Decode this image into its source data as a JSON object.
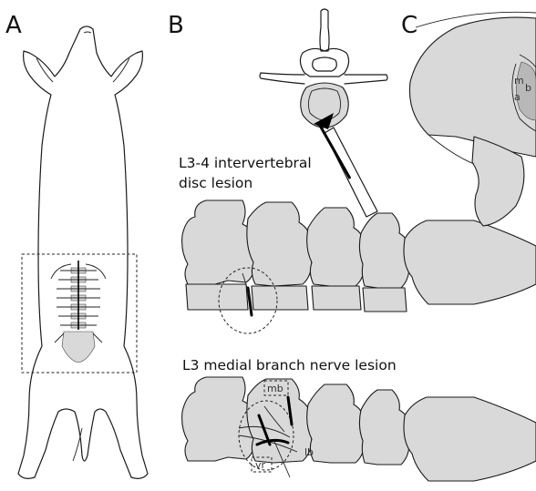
{
  "panels": {
    "a": {
      "letter": "A"
    },
    "b": {
      "letter": "B",
      "disc_caption_line1": "L3-4 intervertebral",
      "disc_caption_line2": "disc lesion",
      "nerve_caption": "L3 medial branch nerve lesion",
      "label_mb": "mb",
      "label_lb": "lb",
      "label_vr": "vr"
    },
    "c": {
      "letter": "C",
      "label_m": "m",
      "label_a": "a",
      "label_b": "b"
    }
  },
  "colors": {
    "bone_fill": "#d9d9d9",
    "line": "#1a1a1a",
    "background": "#ffffff"
  }
}
